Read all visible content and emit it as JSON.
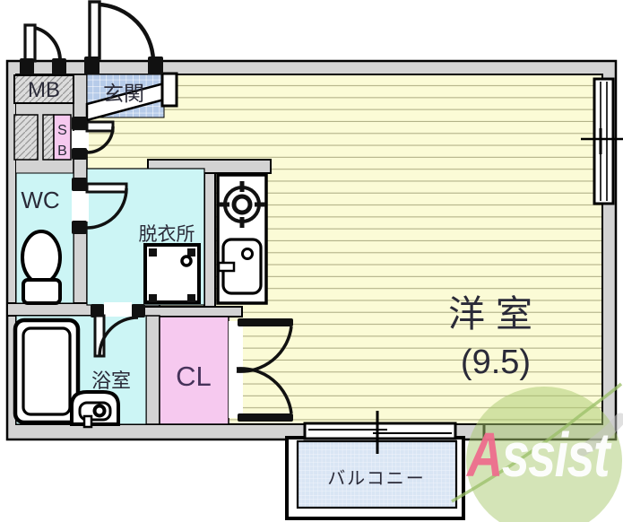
{
  "plan": {
    "labels": {
      "mb": "MB",
      "genkan": "玄関",
      "s": "S",
      "b": "B",
      "wc": "WC",
      "dressing": "脱衣所",
      "bath": "浴室",
      "closet": "CL",
      "main_room": "洋室",
      "main_size": "(9.5)",
      "balcony": "バルコニー"
    },
    "logo": {
      "a": "A",
      "rest": "ssist"
    },
    "colors": {
      "floor_yellow": "#fbfbd6",
      "floor_line": "#b2b188",
      "room_cyan": "#ccf5f5",
      "closet_pink": "#f6c9ef",
      "entry_blue": "#b6cbe9",
      "balcony_blue": "#d9e5f4",
      "wall_gray": "#d3d3d3",
      "hatch_gray": "#dcdcdc",
      "line_black": "#111111",
      "logo_green": "#a9c96f",
      "logo_vein_green": "#9abf67",
      "logo_pink": "#ee6e8d",
      "logo_white": "#ffffff"
    }
  }
}
